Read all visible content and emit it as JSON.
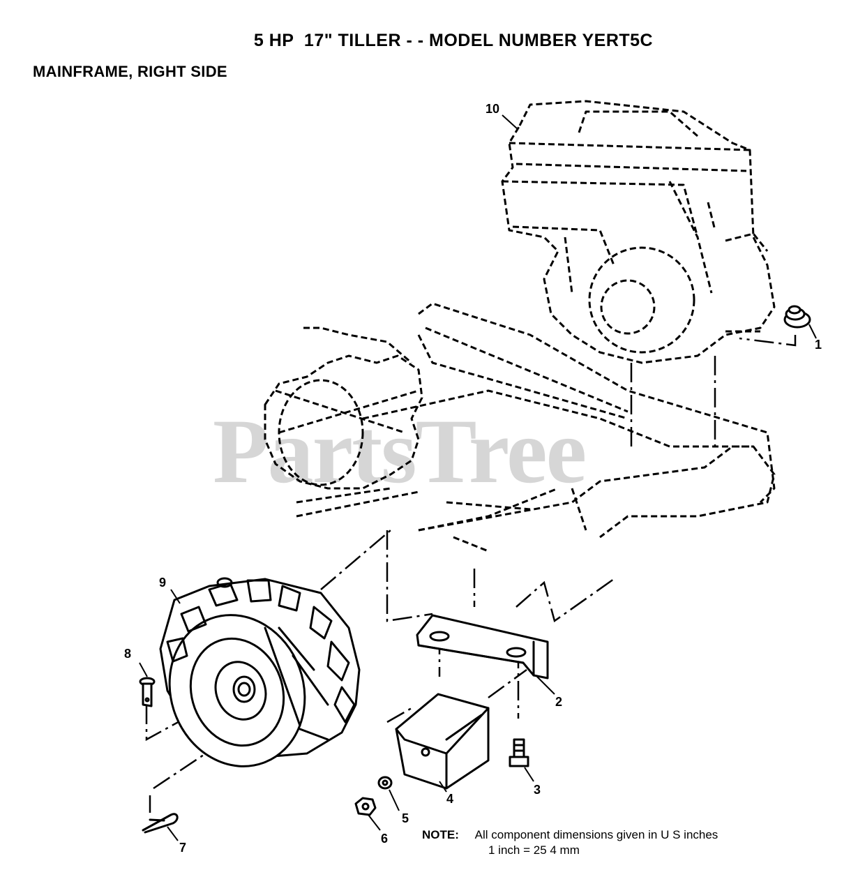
{
  "header": {
    "title": "5 HP  17\" TILLER - - MODEL NUMBER YERT5C",
    "subtitle": "MAINFRAME, RIGHT SIDE"
  },
  "watermark": "PartsTree",
  "callouts": [
    "1",
    "2",
    "3",
    "4",
    "5",
    "6",
    "7",
    "8",
    "9",
    "10"
  ],
  "note": {
    "label": "NOTE:",
    "line1": "All component dimensions given in U S inches",
    "line2": "1 inch = 25 4 mm"
  }
}
